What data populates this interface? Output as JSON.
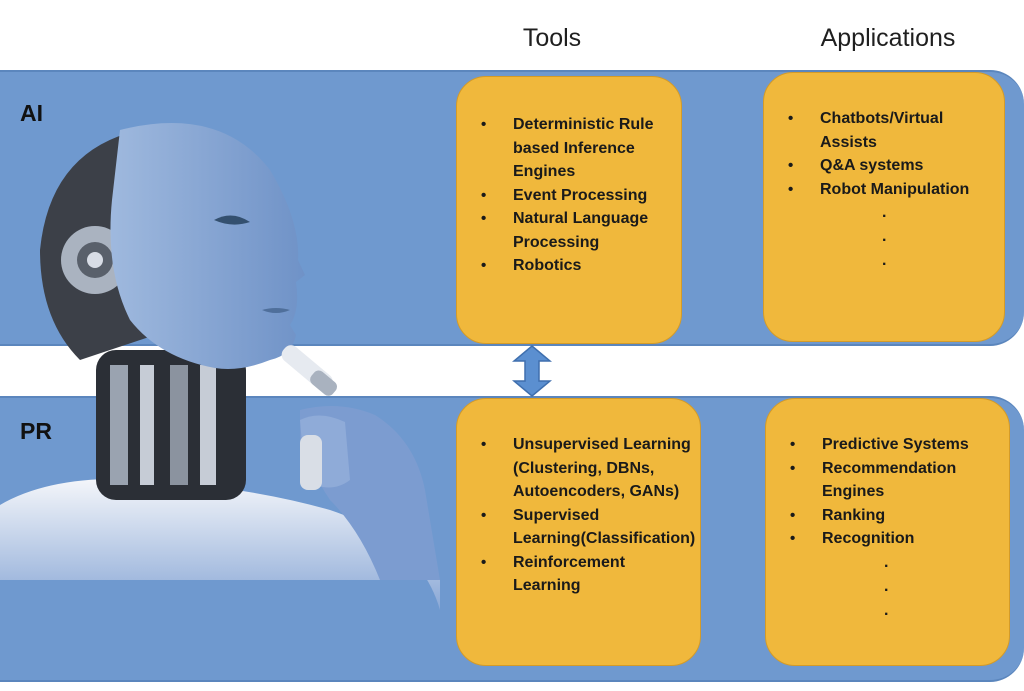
{
  "headers": {
    "tools": "Tools",
    "applications": "Applications"
  },
  "bands": {
    "ai_label": "AI",
    "pr_label": "PR"
  },
  "ai": {
    "tools": [
      "Deterministic Rule based Inference Engines",
      "Event Processing",
      "Natural Language Processing",
      "Robotics"
    ],
    "applications": [
      "Chatbots/Virtual Assists",
      "Q&A systems",
      "Robot Manipulation"
    ]
  },
  "pr": {
    "tools": [
      "Unsupervised Learning (Clustering, DBNs, Autoencoders, GANs)",
      "Supervised Learning(Classification)",
      "Reinforcement Learning"
    ],
    "applications": [
      "Predictive Systems",
      "Recommendation Engines",
      "Ranking",
      "Recognition"
    ]
  },
  "continuation": ".",
  "colors": {
    "band": "#6f99cf",
    "box": "#f0b83c",
    "arrow": "#5b8fd0"
  },
  "icons": {
    "robot": "robot-head-illustration",
    "arrow": "double-vertical-arrow"
  }
}
